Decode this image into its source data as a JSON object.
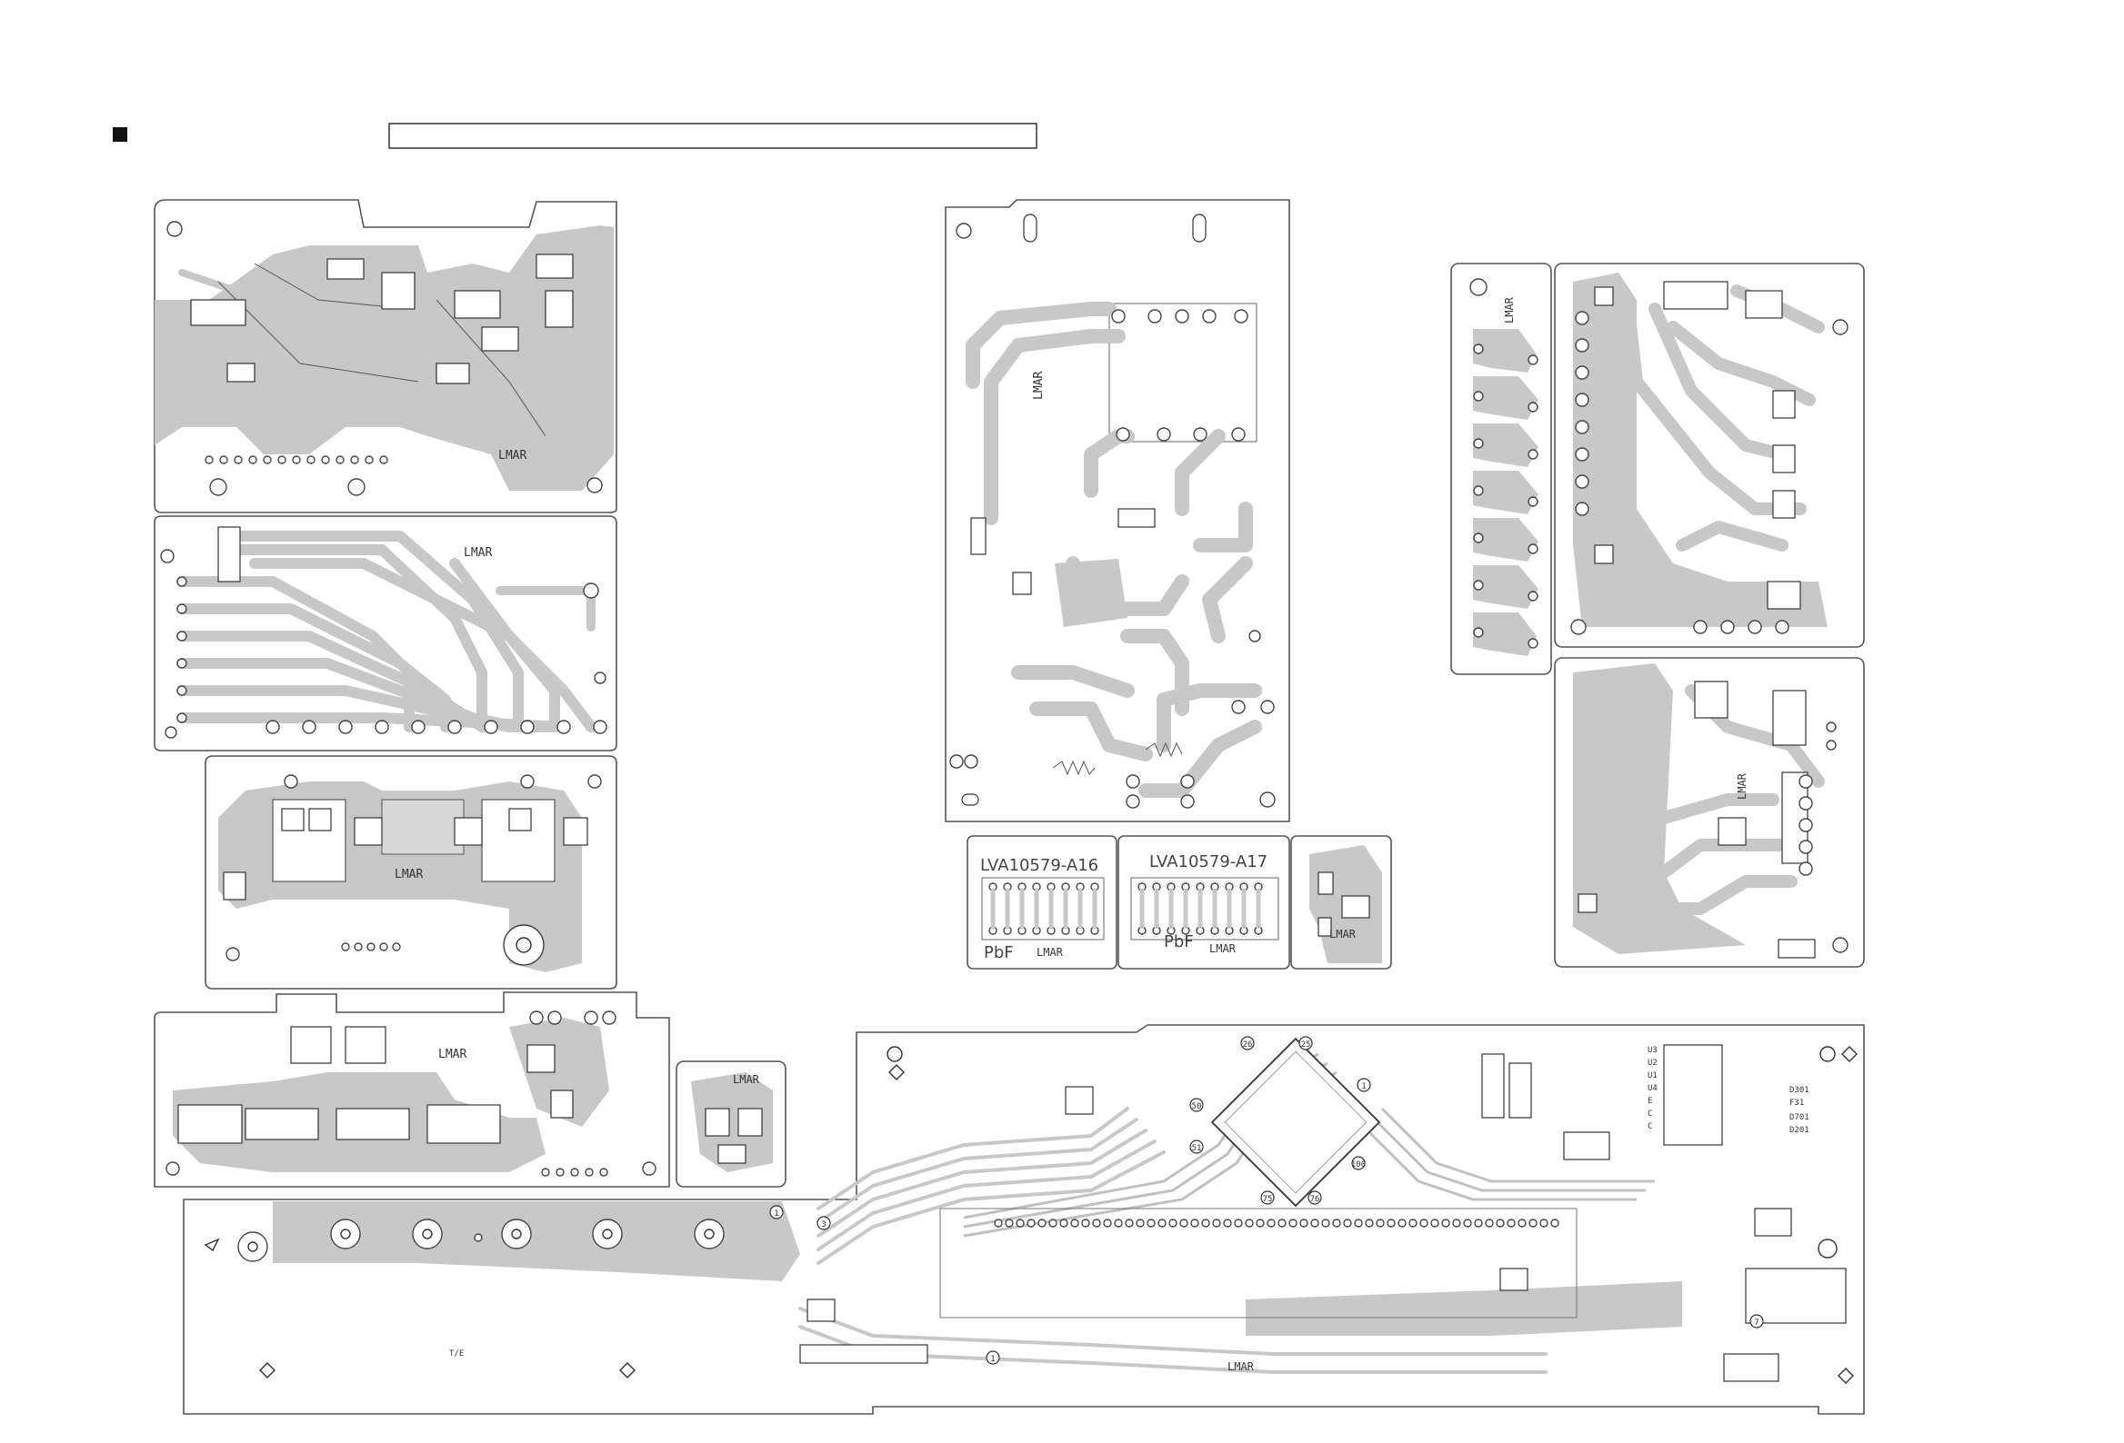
{
  "header": {
    "title_box_text": "",
    "marker": "square-bullet"
  },
  "labels": {
    "mark": "LMAR",
    "part_a16": "LVA10579-A16",
    "part_a17": "LVA10579-A17",
    "pbf": "PbF",
    "pin_1": "1",
    "pin_25": "25",
    "pin_26": "26",
    "pin_50": "50",
    "pin_51": "51",
    "pin_75": "75",
    "pin_76": "76",
    "pin_100": "100",
    "pin_3": "3",
    "pin_7": "7",
    "small_te": "T/E",
    "refs": [
      "D301",
      "F31",
      "D701",
      "D201"
    ],
    "side_refs": [
      "U3",
      "U2",
      "U1",
      "U4",
      "E",
      "C",
      "C"
    ]
  },
  "colors": {
    "copper": "#c8c8c8",
    "outline": "#555555",
    "background": "#ffffff"
  }
}
